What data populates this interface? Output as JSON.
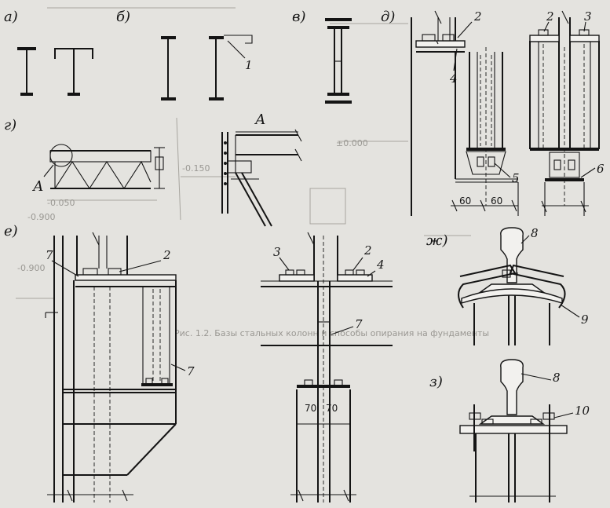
{
  "labels": {
    "a": "а)",
    "b": "б)",
    "v": "в)",
    "g": "г)",
    "d": "д)",
    "e": "е)",
    "zh": "ж)",
    "z": "з)",
    "A_detail": "А",
    "A_circle": "А"
  },
  "callouts": {
    "n1": "1",
    "d_2a": "2",
    "d_4": "4",
    "d_2b": "2",
    "d_3": "3",
    "d_5": "5",
    "d_6": "6",
    "e_7a": "7",
    "e_2a": "2",
    "e_7b": "7",
    "e_3": "3",
    "e_2b": "2",
    "e_4": "4",
    "e_7c": "7",
    "zh_8": "8",
    "zh_9": "9",
    "z_8": "8",
    "z_10": "10"
  },
  "dimensions": {
    "d_60a": "60",
    "d_60b": "60",
    "e_70a": "70",
    "e_70b": "70"
  },
  "background_text": {
    "t1": "±0.000",
    "t2": "-0.150",
    "t3": "-0.900",
    "t4": "-0.050",
    "t5": "-0.900",
    "caption": "Рис. 1.2. Базы стальных колонн и способы опирания на фундаменты"
  },
  "colors": {
    "ink": "#141414",
    "paper": "#e4e3df",
    "ghost": "#a7a59f"
  }
}
